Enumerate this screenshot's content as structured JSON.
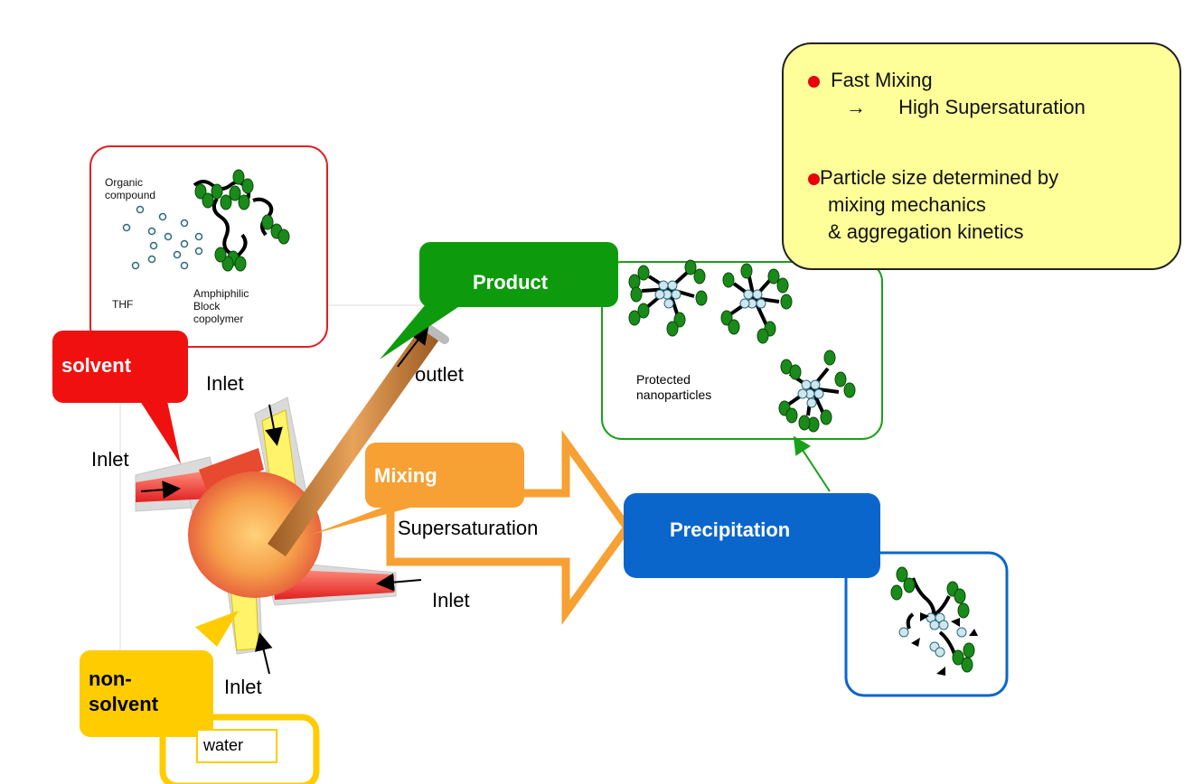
{
  "callouts": {
    "solvent": "solvent",
    "non_solvent_line1": "non-",
    "non_solvent_line2": "solvent",
    "product": "Product",
    "mixing": "Mixing",
    "precipitation": "Precipitation"
  },
  "labels": {
    "inlet_top": "Inlet",
    "inlet_left": "Inlet",
    "inlet_right": "Inlet",
    "inlet_bottom": "Inlet",
    "outlet": "outlet",
    "supersaturation": "Supersaturation",
    "water": "water"
  },
  "solvent_panel": {
    "organic_line1": "Organic",
    "organic_line2": "compound",
    "thf": "THF",
    "amph_line1": "Amphiphilic",
    "amph_line2": "Block",
    "amph_line3": "copolymer"
  },
  "product_panel": {
    "line1": "Protected",
    "line2": "nanoparticles"
  },
  "notes": {
    "item1": "Fast Mixing",
    "item1_arrow": "→",
    "item1_sub": "High Supersaturation",
    "item2_line1": "Particle size determined by",
    "item2_line2": "mixing mechanics",
    "item2_line3": "& aggregation kinetics"
  },
  "colors": {
    "solvent": "#f01010",
    "non_solvent": "#ffcc00",
    "product": "#0d9b0d",
    "mixing": "#f7a033",
    "precipitation": "#0b66cc",
    "note_bg": "#ffff99",
    "tube": "#c07a3a"
  }
}
